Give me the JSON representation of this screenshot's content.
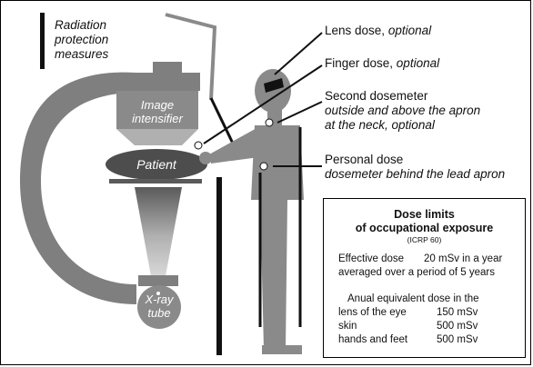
{
  "radiation_protection": "Radiation\nprotection\nmeasures",
  "image_intensifier": "Image\nintensifier",
  "patient": "Patient",
  "xray_tube": "X-ray\ntube",
  "labels": {
    "lens": {
      "main": "Lens dose, ",
      "note": "optional"
    },
    "finger": {
      "main": "Finger dose, ",
      "note": "optional"
    },
    "second": {
      "main": "Second dosemeter",
      "l2": "outside and above the apron",
      "l3": "at the neck, optional"
    },
    "personal": {
      "main": "Personal dose",
      "l2": "dosemeter behind the lead apron"
    }
  },
  "limits": {
    "title1": "Dose limits",
    "title2": "of occupational exposure",
    "source": "(ICRP 60)",
    "effective_label": "Effective dose",
    "effective_value": "20 mSv in a year",
    "effective_period": "averaged over a period of 5 years",
    "annual_header": "Anual equivalent dose in the",
    "rows": [
      {
        "organ": "lens of the eye",
        "value": "150 mSv"
      },
      {
        "organ": "skin",
        "value": "500 mSv"
      },
      {
        "organ": "hands and feet",
        "value": "500 mSv"
      }
    ]
  },
  "colors": {
    "equipment": "#7f7f7f",
    "patient": "#4d4d4d",
    "operator": "#8a8a8a",
    "dark": "#111111"
  }
}
